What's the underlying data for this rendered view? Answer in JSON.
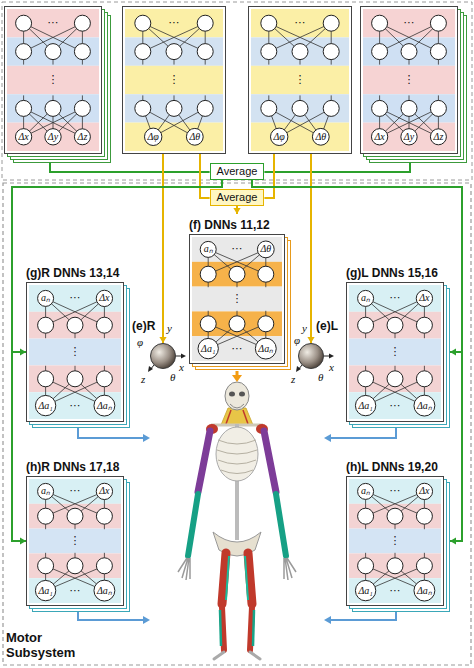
{
  "diagram": {
    "nodes": [
      {
        "text": [
          "⋯",
          "⋮",
          "Δx",
          "Δy",
          "Δz"
        ]
      },
      {
        "text": [
          "⋯",
          "⋮",
          "Δφ",
          "Δθ"
        ]
      },
      {
        "text": [
          "⋯",
          "⋮",
          "Δφ",
          "Δθ"
        ]
      },
      {
        "text": [
          "⋯",
          "⋮",
          "Δx",
          "Δy",
          "Δz"
        ]
      },
      {
        "text": [
          "Average"
        ]
      },
      {
        "text": [
          "Average"
        ]
      },
      {
        "text": [
          "(f) DNNs 11,12",
          "aₙ",
          "⋯",
          "Δθ",
          "⋮",
          "Δa₁",
          "⋯",
          "Δaₙ"
        ]
      },
      {
        "text": [
          "(g)R DNNs 13,14",
          "aₙ",
          "⋯",
          "Δx",
          "⋮",
          "Δa₁",
          "⋯",
          "Δaₙ"
        ]
      },
      {
        "text": [
          "(g)L DNNs 15,16",
          "aₙ",
          "⋯",
          "Δx",
          "⋮",
          "Δa₁",
          "⋯",
          "Δaₙ"
        ]
      },
      {
        "text": [
          "(e)R"
        ]
      },
      {
        "text": [
          "(e)L"
        ]
      },
      {
        "text": [
          "(h)R DNNs 17,18",
          "aₙ",
          "⋯",
          "Δx",
          "⋮",
          "Δa₁",
          "⋯",
          "Δaₙ"
        ]
      },
      {
        "text": [
          "(h)L DNNs 19,20",
          "aₙ",
          "⋯",
          "Δx",
          "⋮",
          "Δa₁",
          "⋯",
          "Δaₙ"
        ]
      }
    ],
    "edges": [
      {
        "from": 0,
        "to": 4,
        "arrow": "none"
      },
      {
        "from": 3,
        "to": 4,
        "arrow": "none"
      },
      {
        "from": 1,
        "to": 5,
        "arrow": "none"
      },
      {
        "from": 2,
        "to": 5,
        "arrow": "none"
      },
      {
        "from": 1,
        "to": 9,
        "arrow": "to"
      },
      {
        "from": 2,
        "to": 10,
        "arrow": "to"
      },
      {
        "from": 5,
        "to": 6,
        "arrow": "to"
      },
      {
        "from": 4,
        "to": 7,
        "arrow": "to"
      },
      {
        "from": 4,
        "to": 8,
        "arrow": "to"
      },
      {
        "from": 4,
        "to": 11,
        "arrow": "to"
      },
      {
        "from": 4,
        "to": 12,
        "arrow": "to"
      }
    ],
    "labels": [
      "φ",
      "y",
      "x",
      "z",
      "θ",
      "φ",
      "y",
      "x",
      "z",
      "θ",
      "Motor Subsystem"
    ]
  }
}
